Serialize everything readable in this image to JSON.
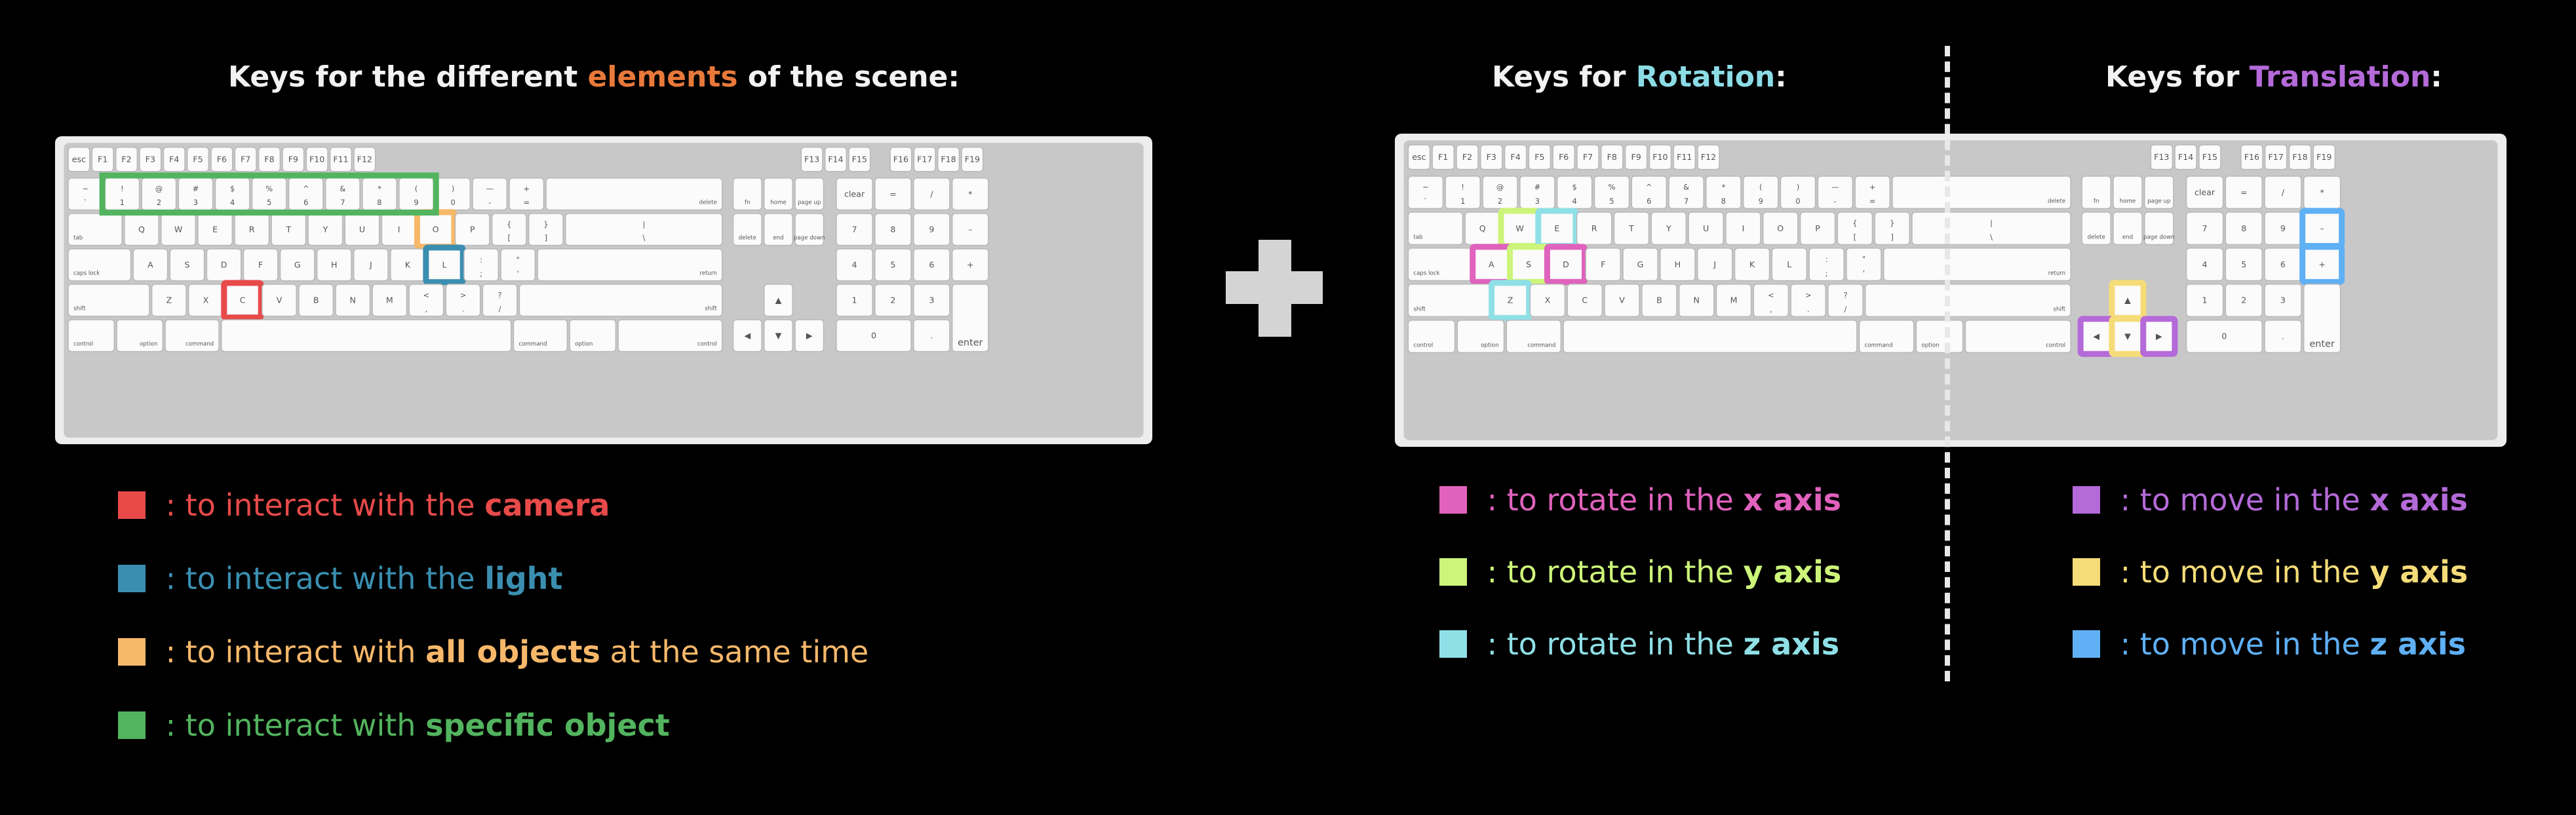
{
  "colors": {
    "camera": "#e84a4a",
    "light": "#3a8fb0",
    "all_objects": "#f7b86a",
    "specific_object": "#52b45e",
    "x_rot": "#e062bd",
    "y_rot": "#cdf57a",
    "z_rot": "#8fe0e6",
    "x_move": "#b46ad9",
    "y_move": "#f5dc78",
    "z_move": "#5fb0f5",
    "orange_hl": "#e8793a",
    "cyan_hl": "#8cdce6",
    "purple_hl": "#b46ad9"
  },
  "titles": {
    "elements": {
      "pre": "Keys for the different ",
      "hl": "elements",
      "post": " of the scene:"
    },
    "rotation": {
      "pre": "Keys for ",
      "hl": "Rotation",
      "post": ":"
    },
    "translation": {
      "pre": "Keys for ",
      "hl": "Translation",
      "post": ":"
    }
  },
  "legend_elements": [
    {
      "pre": " : to interact with the ",
      "bold": "camera",
      "post": "",
      "color_key": "camera"
    },
    {
      "pre": " : to interact with the ",
      "bold": "light",
      "post": "",
      "color_key": "light"
    },
    {
      "pre": " : to interact with ",
      "bold": "all objects",
      "post": " at the same time",
      "color_key": "all_objects"
    },
    {
      "pre": " : to interact with ",
      "bold": "specific object",
      "post": "",
      "color_key": "specific_object"
    }
  ],
  "legend_rotation": [
    {
      "pre": " : to rotate in the ",
      "bold": "x axis",
      "color_key": "x_rot"
    },
    {
      "pre": " : to rotate in the ",
      "bold": "y axis",
      "color_key": "y_rot"
    },
    {
      "pre": " : to rotate in the ",
      "bold": "z axis",
      "color_key": "z_rot"
    }
  ],
  "legend_translation": [
    {
      "pre": " : to move in the ",
      "bold": "x axis",
      "color_key": "x_move"
    },
    {
      "pre": " : to move in the ",
      "bold": "y axis",
      "color_key": "y_move"
    },
    {
      "pre": " : to move in the ",
      "bold": "z axis",
      "color_key": "z_move"
    }
  ],
  "keyboard": {
    "fn_row": [
      "esc",
      "F1",
      "F2",
      "F3",
      "F4",
      "F5",
      "F6",
      "F7",
      "F8",
      "F9",
      "F10",
      "F11",
      "F12",
      "F13",
      "F14",
      "F15",
      "F16",
      "F17",
      "F18",
      "F19"
    ],
    "num_row_top": [
      "~",
      "!",
      "@",
      "#",
      "$",
      "%",
      "^",
      "&",
      "*",
      "(",
      ")",
      "—",
      "+"
    ],
    "num_row_bottom": [
      "`",
      "1",
      "2",
      "3",
      "4",
      "5",
      "6",
      "7",
      "8",
      "9",
      "0",
      "-",
      "="
    ],
    "delete": "delete",
    "tab": "tab",
    "qwerty": [
      "Q",
      "W",
      "E",
      "R",
      "T",
      "Y",
      "U",
      "I",
      "O",
      "P"
    ],
    "brackets_top": [
      "{",
      "}",
      "|"
    ],
    "brackets_bottom": [
      "[",
      "]",
      "\\"
    ],
    "caps": "caps lock",
    "asdf": [
      "A",
      "S",
      "D",
      "F",
      "G",
      "H",
      "J",
      "K",
      "L"
    ],
    "semi_top": [
      ":",
      "\""
    ],
    "semi_bottom": [
      ";",
      "'"
    ],
    "return": "return",
    "shift": "shift",
    "zxcv": [
      "Z",
      "X",
      "C",
      "V",
      "B",
      "N",
      "M"
    ],
    "comma_top": [
      "<",
      ">",
      "?"
    ],
    "comma_bottom": [
      ",",
      ".",
      "/"
    ],
    "control": "control",
    "option": "option",
    "command": "command",
    "nav_top": [
      "fn",
      "home",
      "page up"
    ],
    "nav_bottom": [
      "delete",
      "end",
      "page down"
    ],
    "numpad_row1": [
      "clear",
      "=",
      "/",
      "*"
    ],
    "numpad_row2": [
      "7",
      "8",
      "9",
      "–"
    ],
    "numpad_row3": [
      "4",
      "5",
      "6",
      "+"
    ],
    "numpad_row4": [
      "1",
      "2",
      "3"
    ],
    "numpad_row5": [
      "0",
      "."
    ],
    "enter": "enter"
  }
}
